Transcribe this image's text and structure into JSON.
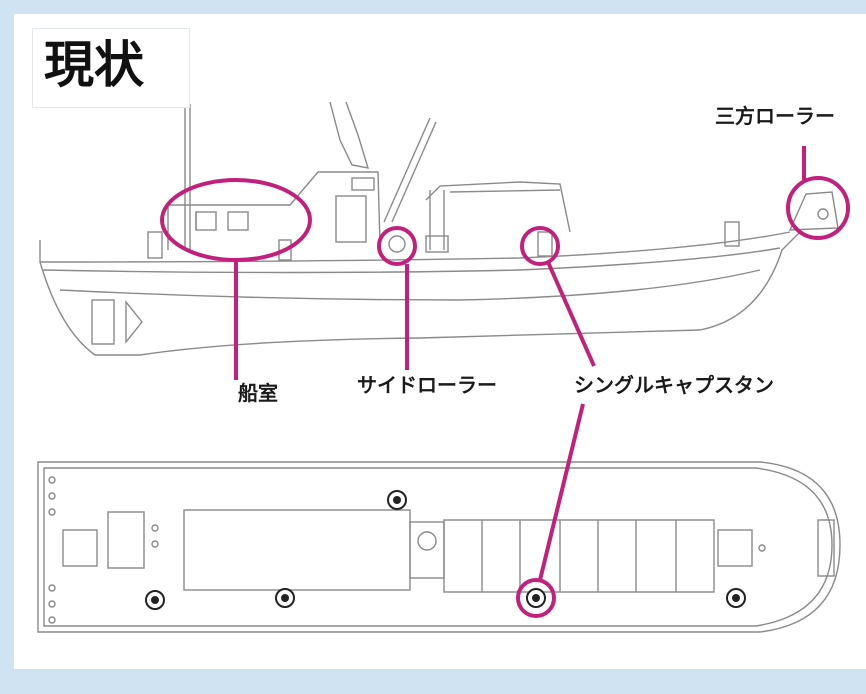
{
  "title": "現状",
  "labels": {
    "sanpo_roller": "三方ローラー",
    "senshitsu": "船室",
    "side_roller": "サイドローラー",
    "single_capstan": "シングルキャプスタン"
  },
  "colors": {
    "highlight": "#c2207c",
    "line": "#8a8a8a",
    "background": "#cfe3f2"
  }
}
